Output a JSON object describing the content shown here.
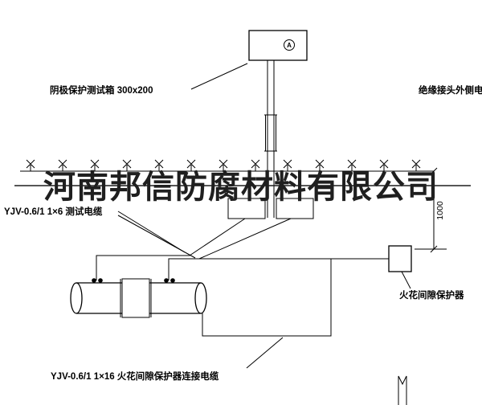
{
  "watermark": {
    "text": "河南邦信防腐材料有限公司",
    "color": "#1f1f1f"
  },
  "labels": {
    "test_box": "阴极保护测试箱 300x200",
    "insulated_joint_cable": "绝缘接头外侧电缆",
    "test_cable": "YJV-0.6/1  1×6   测试电缆",
    "spark_gap": "火花间隙保护器",
    "spark_gap_cable": "YJV-0.6/1  1×16   火花间隙保护器连接电缆",
    "dimension": "1000",
    "meter": "A"
  },
  "colors": {
    "line": "#000000",
    "background": "#ffffff",
    "watermark": "#1f1f1f"
  }
}
